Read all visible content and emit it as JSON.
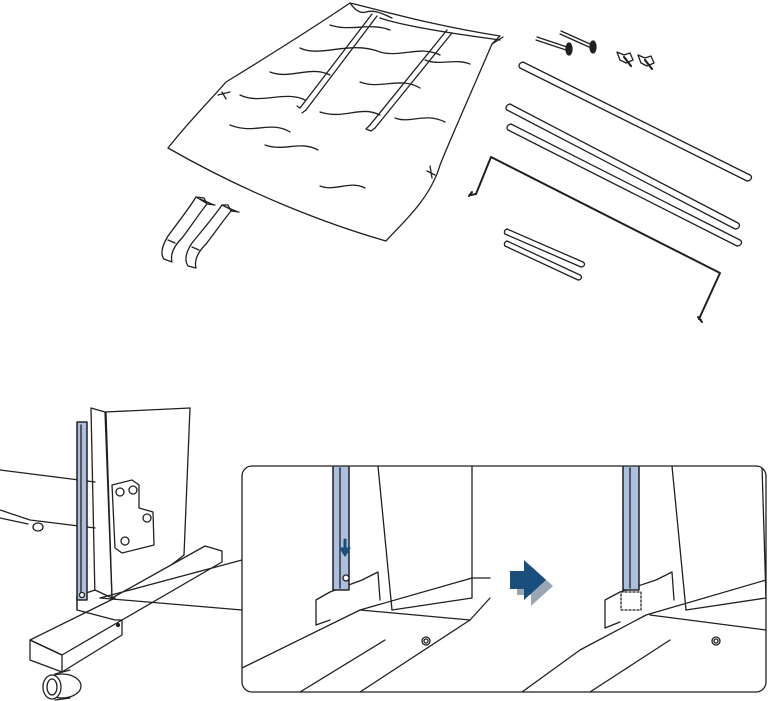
{
  "figure": {
    "kind": "assembly-illustration",
    "text": [],
    "colors": {
      "line": "#231f20",
      "pole_fill": "#a9c1de",
      "arrow_fill": "#1a4f7d",
      "arrow_shadow": "#9aa6b4",
      "background": "#ffffff"
    },
    "parts_panel": {
      "items": [
        "paper-basket-cloth",
        "basket-hooks",
        "knob-screws",
        "small-screws",
        "long-rods",
        "wire-frame",
        "short-rods"
      ]
    },
    "stand_panel": {
      "items": [
        "printer-stand-leg",
        "support-pole",
        "caster-wheel",
        "zoom-callout"
      ]
    },
    "zoom_callout": {
      "steps": [
        "insert-pole",
        "pole-inserted"
      ],
      "step_arrow_icon": "right-arrow-icon"
    }
  }
}
